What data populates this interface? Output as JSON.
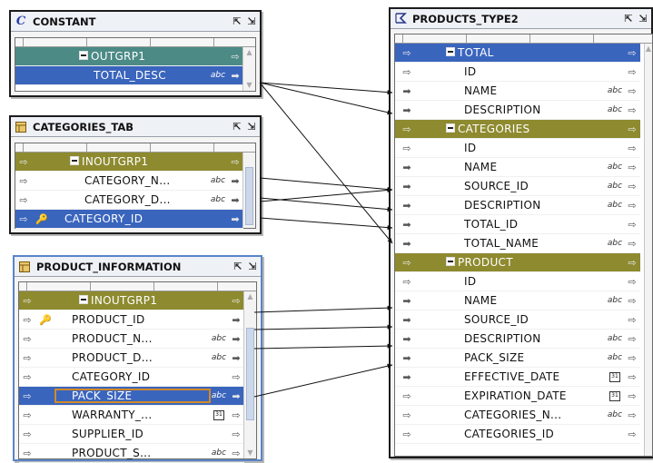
{
  "constant": {
    "title": "CONSTANT",
    "rows": [
      {
        "name": "OUTGRP1"
      },
      {
        "name": "TOTAL_DESC"
      }
    ]
  },
  "categories_tab": {
    "title": "CATEGORIES_TAB",
    "rows": [
      {
        "name": "INOUTGRP1"
      },
      {
        "name": "CATEGORY_N..."
      },
      {
        "name": "CATEGORY_D..."
      },
      {
        "name": "CATEGORY_ID"
      }
    ]
  },
  "product_information": {
    "title": "PRODUCT_INFORMATION",
    "rows": [
      {
        "name": "INOUTGRP1"
      },
      {
        "name": "PRODUCT_ID"
      },
      {
        "name": "PRODUCT_N..."
      },
      {
        "name": "PRODUCT_D..."
      },
      {
        "name": "CATEGORY_ID"
      },
      {
        "name": "PACK_SIZE"
      },
      {
        "name": "WARRANTY_..."
      },
      {
        "name": "SUPPLIER_ID"
      },
      {
        "name": "PRODUCT_S..."
      }
    ]
  },
  "products_type2": {
    "title": "PRODUCTS_TYPE2",
    "rows": [
      {
        "name": "TOTAL"
      },
      {
        "name": "ID"
      },
      {
        "name": "NAME"
      },
      {
        "name": "DESCRIPTION"
      },
      {
        "name": "CATEGORIES"
      },
      {
        "name": "ID"
      },
      {
        "name": "NAME"
      },
      {
        "name": "SOURCE_ID"
      },
      {
        "name": "DESCRIPTION"
      },
      {
        "name": "TOTAL_ID"
      },
      {
        "name": "TOTAL_NAME"
      },
      {
        "name": "PRODUCT"
      },
      {
        "name": "ID"
      },
      {
        "name": "NAME"
      },
      {
        "name": "SOURCE_ID"
      },
      {
        "name": "DESCRIPTION"
      },
      {
        "name": "PACK_SIZE"
      },
      {
        "name": "EFFECTIVE_DATE"
      },
      {
        "name": "EXPIRATION_DATE"
      },
      {
        "name": "CATEGORIES_N..."
      },
      {
        "name": "CATEGORIES_ID"
      }
    ]
  },
  "datatype_glyph": "abc",
  "date_glyph": "31",
  "icons": {
    "constant": "constant-c-icon",
    "table": "table-icon",
    "target": "record-type-icon",
    "key": "key-icon",
    "in_pin": "input-arrow-icon",
    "out_pin": "output-arrow-icon"
  },
  "colors": {
    "teal_group": "#4c8a86",
    "olive_group": "#8e8a2f",
    "selected_row": "#3a65bd",
    "link_line": "#111111"
  }
}
